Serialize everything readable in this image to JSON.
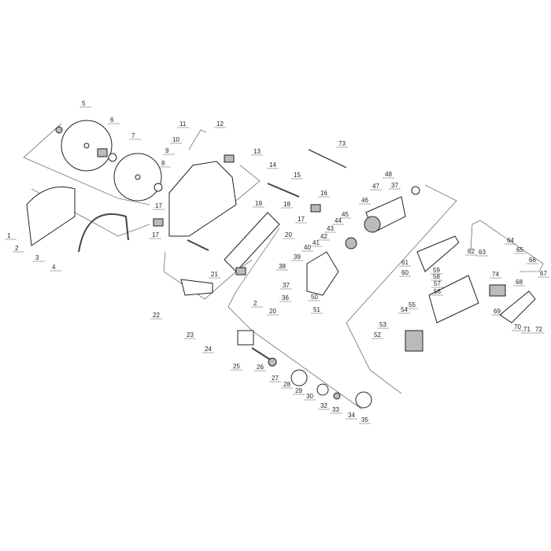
{
  "diagram": {
    "type": "exploded-parts-view",
    "part_numbers": [
      "1",
      "2",
      "3",
      "4",
      "5",
      "6",
      "7",
      "8",
      "9",
      "10",
      "11",
      "12",
      "13",
      "14",
      "15",
      "16",
      "17",
      "17",
      "17",
      "18",
      "19",
      "20",
      "21",
      "22",
      "23",
      "24",
      "25",
      "26",
      "27",
      "28",
      "29",
      "30",
      "2",
      "20",
      "32",
      "33",
      "34",
      "35",
      "36",
      "37",
      "38",
      "39",
      "40",
      "41",
      "42",
      "43",
      "44",
      "45",
      "46",
      "47",
      "48",
      "37",
      "50",
      "51",
      "73",
      "52",
      "53",
      "54",
      "55",
      "56",
      "57",
      "58",
      "59",
      "60",
      "61",
      "62",
      "63",
      "64",
      "65",
      "66",
      "67",
      "68",
      "74",
      "69",
      "70",
      "71",
      "72"
    ]
  }
}
